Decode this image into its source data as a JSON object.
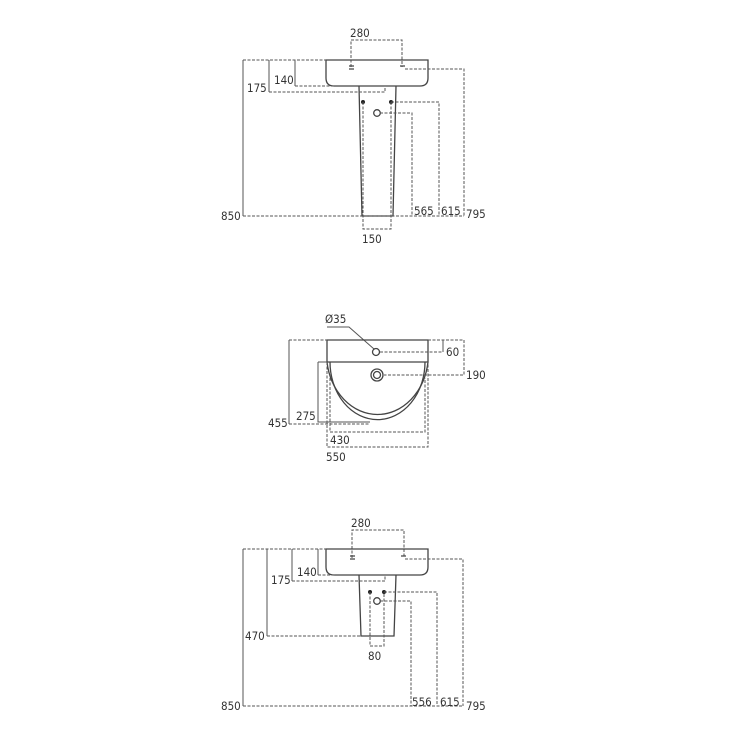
{
  "front_view_pedestal": {
    "tap_centres": "280",
    "height_overall": "850",
    "basin_depth": "175",
    "basin_rim_depth": "140",
    "waste_height": "565",
    "supply_height": "615",
    "rim_height": "795",
    "pedestal_spacing": "150"
  },
  "plan_view": {
    "tap_hole_diameter": "Ø35",
    "tap_hole_offset": "60",
    "waste_offset": "190",
    "projection": "455",
    "bowl_depth": "275",
    "bowl_width": "430",
    "overall_width": "550"
  },
  "front_view_semi_pedestal": {
    "tap_centres": "280",
    "height_overall": "850",
    "semi_pedestal_bottom": "470",
    "basin_depth": "175",
    "basin_rim_depth": "140",
    "waste_height": "556",
    "supply_height": "615",
    "rim_height": "795",
    "pedestal_spacing": "80"
  }
}
